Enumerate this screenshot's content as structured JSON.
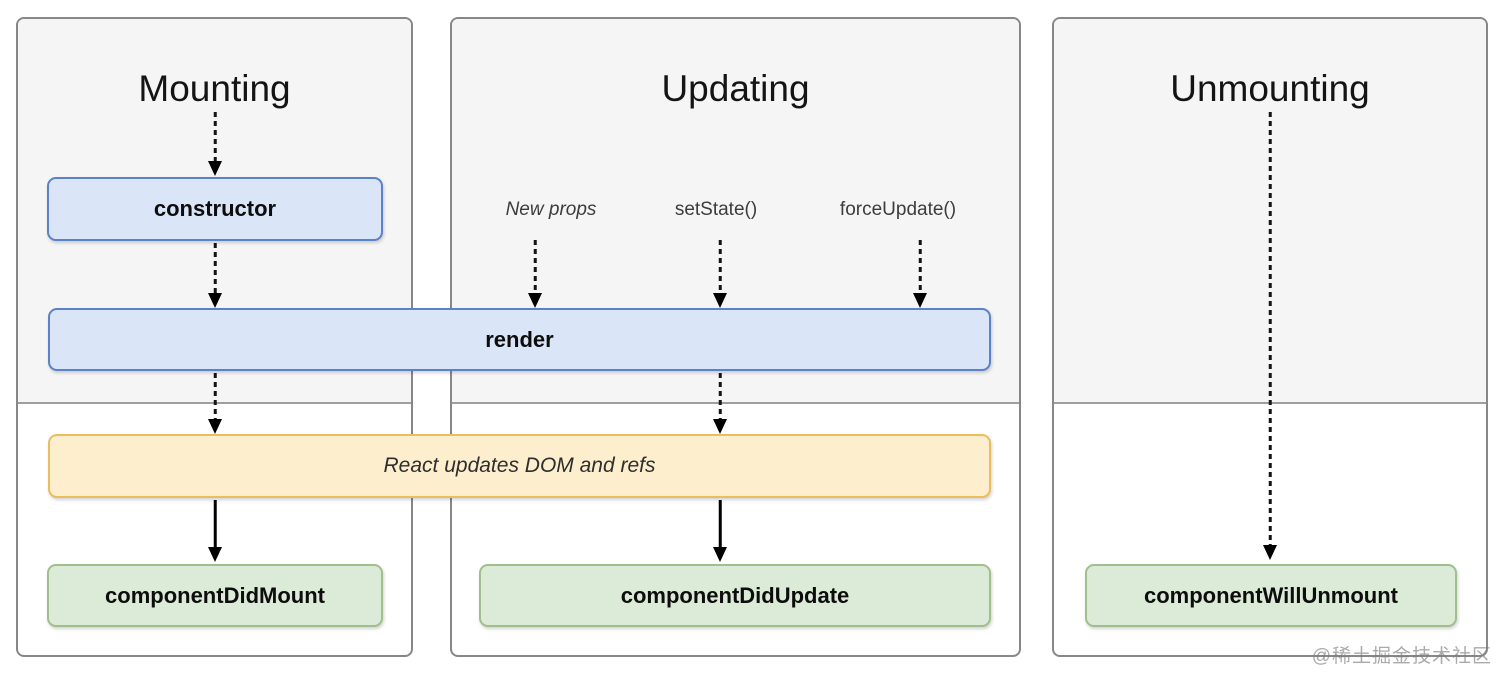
{
  "diagram": {
    "title_semantic": "React component lifecycle",
    "columns": [
      {
        "id": "mounting",
        "title": "Mounting"
      },
      {
        "id": "updating",
        "title": "Updating"
      },
      {
        "id": "unmounting",
        "title": "Unmounting"
      }
    ],
    "triggers": [
      {
        "label": "New props",
        "style": "italic"
      },
      {
        "label": "setState()",
        "style": "normal"
      },
      {
        "label": "forceUpdate()",
        "style": "normal"
      }
    ],
    "nodes": [
      {
        "id": "constructor",
        "label": "constructor",
        "color": "blue"
      },
      {
        "id": "render",
        "label": "render",
        "color": "blue"
      },
      {
        "id": "react-updates-dom",
        "label": "React updates DOM and refs",
        "color": "yellow"
      },
      {
        "id": "componentDidMount",
        "label": "componentDidMount",
        "color": "green"
      },
      {
        "id": "componentDidUpdate",
        "label": "componentDidUpdate",
        "color": "green"
      },
      {
        "id": "componentWillUnmount",
        "label": "componentWillUnmount",
        "color": "green"
      }
    ],
    "colors": {
      "panel_top_bg": "#f5f5f6",
      "panel_border": "#878787",
      "blue_fill": "#dbe5f8",
      "blue_border": "#5b82c9",
      "yellow_fill": "#fdeecd",
      "yellow_border": "#e9bd60",
      "green_fill": "#dcebd8",
      "green_border": "#a0bf8c",
      "arrow": "#141414"
    },
    "watermark": "@稀土掘金技术社区"
  }
}
